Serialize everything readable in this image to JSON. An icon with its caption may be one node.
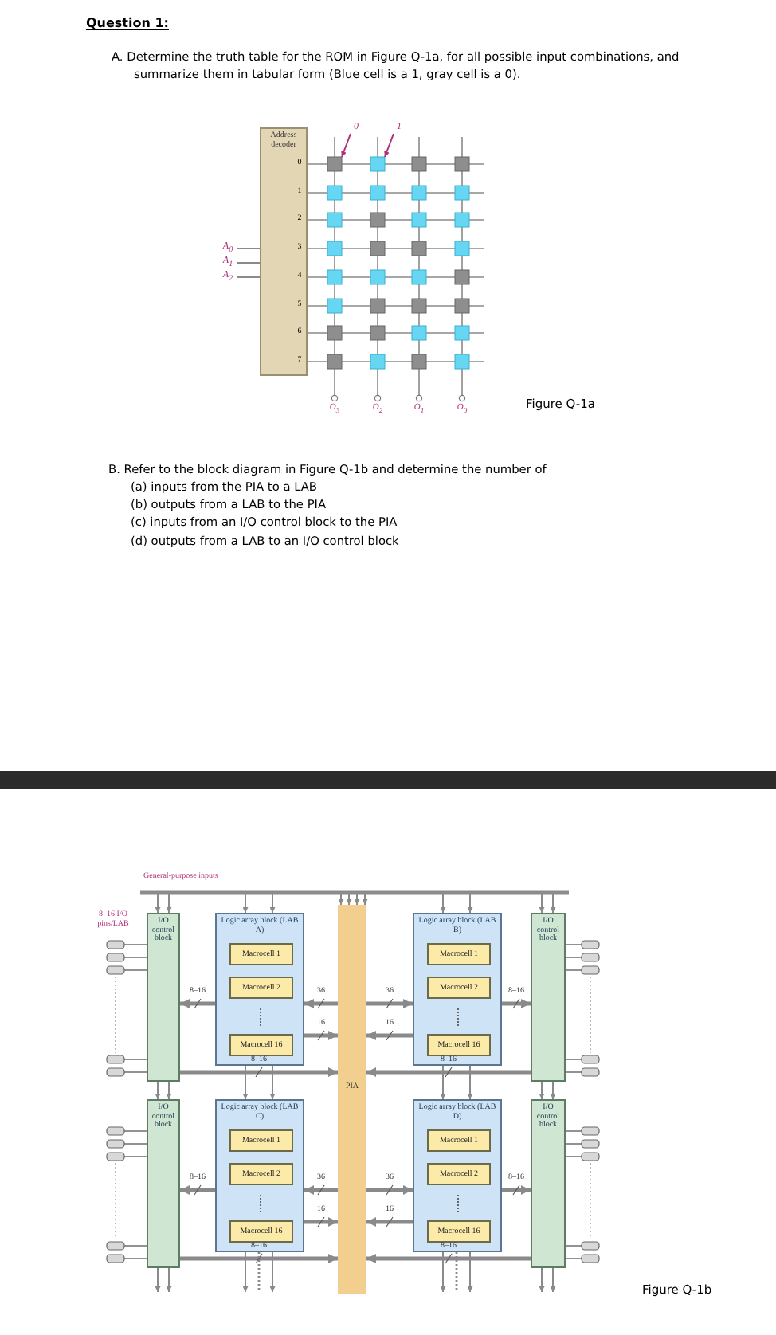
{
  "diagram": {
    "title": "Question 1:",
    "nodes": [
      {
        "text": [
          "Address decoder"
        ]
      },
      {
        "text": [
          "0"
        ]
      },
      {
        "text": [
          "1"
        ]
      },
      {
        "text": [
          "A$_{0}$"
        ]
      },
      {
        "text": [
          "A$_{1}$"
        ]
      },
      {
        "text": [
          "A$_{2}$"
        ]
      },
      {
        "text": [
          "I/O control block"
        ]
      },
      {
        "text": [
          "Logic array block (LAB A)"
        ]
      },
      {
        "text": [
          "Macrocell 1"
        ],
        "in": 7
      },
      {
        "text": [
          "Macrocell 2"
        ],
        "in": 7
      },
      {
        "text": [
          "Macrocell 16"
        ],
        "in": 7
      },
      {
        "text": [
          "PIA"
        ]
      },
      {
        "text": [
          "Logic array block (LAB B)"
        ]
      },
      {
        "text": [
          "Macrocell 1"
        ],
        "in": 12
      },
      {
        "text": [
          "Macrocell 2"
        ],
        "in": 12
      },
      {
        "text": [
          "Macrocell 16"
        ],
        "in": 12
      },
      {
        "text": [
          "I/O control block"
        ]
      },
      {
        "text": [
          "I/O control block"
        ]
      },
      {
        "text": [
          "Logic array block (LAB C)"
        ]
      },
      {
        "text": [
          "Macrocell 1"
        ],
        "in": 18
      },
      {
        "text": [
          "Macrocell 2"
        ],
        "in": 18
      },
      {
        "text": [
          "Macrocell 16"
        ],
        "in": 18
      },
      {
        "text": [
          "Logic array block (LAB D)"
        ]
      },
      {
        "text": [
          "Macrocell 1"
        ],
        "in": 22
      },
      {
        "text": [
          "Macrocell 2"
        ],
        "in": 22
      },
      {
        "text": [
          "Macrocell 16"
        ],
        "in": 22
      },
      {
        "text": [
          "I/O control block"
        ]
      }
    ],
    "edges": [
      {
        "from": 1,
        "to": null,
        "arrow": "to",
        "color": "#b0307a"
      },
      {
        "from": 2,
        "to": null,
        "arrow": "to",
        "color": "#b0307a"
      },
      {
        "from": 3,
        "to": 0,
        "arrow": "none"
      },
      {
        "from": 4,
        "to": 0,
        "arrow": "none"
      },
      {
        "from": 5,
        "to": 0,
        "arrow": "none"
      },
      {
        "from": null,
        "to": 6,
        "arrow": "to"
      },
      {
        "from": null,
        "to": 6,
        "arrow": "to"
      },
      {
        "from": null,
        "to": 7,
        "arrow": "to"
      },
      {
        "from": null,
        "to": 7,
        "arrow": "to"
      },
      {
        "from": null,
        "to": 11,
        "arrow": "to"
      },
      {
        "from": null,
        "to": 11,
        "arrow": "to"
      },
      {
        "from": null,
        "to": 11,
        "arrow": "to"
      },
      {
        "from": null,
        "to": 11,
        "arrow": "to"
      },
      {
        "from": null,
        "to": 12,
        "arrow": "to"
      },
      {
        "from": null,
        "to": 12,
        "arrow": "to"
      },
      {
        "from": null,
        "to": 16,
        "arrow": "to"
      },
      {
        "from": null,
        "to": 16,
        "arrow": "to"
      },
      {
        "from": 7,
        "to": 6,
        "arrow": "to",
        "label": "8–16",
        "style": "thick"
      },
      {
        "from": 11,
        "to": 7,
        "arrow": "to",
        "label": "36",
        "style": "thick"
      },
      {
        "from": 7,
        "to": 11,
        "arrow": "to",
        "label": "16",
        "style": "thick"
      },
      {
        "from": 6,
        "to": 11,
        "arrow": "to",
        "label": "8–16",
        "style": "thick"
      },
      {
        "from": 11,
        "to": 12,
        "arrow": "to",
        "label": "36",
        "style": "thick"
      },
      {
        "from": 12,
        "to": 11,
        "arrow": "to",
        "label": "16",
        "style": "thick"
      },
      {
        "from": 12,
        "to": 16,
        "arrow": "to",
        "label": "8–16",
        "style": "thick"
      },
      {
        "from": 16,
        "to": 11,
        "arrow": "to",
        "label": "8–16",
        "style": "thick"
      },
      {
        "from": 6,
        "to": 17,
        "arrow": "to"
      },
      {
        "from": 6,
        "to": 17,
        "arrow": "to"
      },
      {
        "from": 7,
        "to": 18,
        "arrow": "to"
      },
      {
        "from": 7,
        "to": 18,
        "arrow": "to"
      },
      {
        "from": 12,
        "to": 22,
        "arrow": "to"
      },
      {
        "from": 12,
        "to": 22,
        "arrow": "to"
      },
      {
        "from": 16,
        "to": 26,
        "arrow": "to"
      },
      {
        "from": 16,
        "to": 26,
        "arrow": "to"
      },
      {
        "from": 18,
        "to": 17,
        "arrow": "to",
        "label": "8–16",
        "style": "thick"
      },
      {
        "from": 11,
        "to": 18,
        "arrow": "to",
        "label": "36",
        "style": "thick"
      },
      {
        "from": 18,
        "to": 11,
        "arrow": "to",
        "label": "16",
        "style": "thick"
      },
      {
        "from": 17,
        "to": 11,
        "arrow": "to",
        "label": "8–16",
        "style": "thick"
      },
      {
        "from": 11,
        "to": 22,
        "arrow": "to",
        "label": "36",
        "style": "thick"
      },
      {
        "from": 22,
        "to": 11,
        "arrow": "to",
        "label": "16",
        "style": "thick"
      },
      {
        "from": 22,
        "to": 26,
        "arrow": "to",
        "label": "8–16",
        "style": "thick"
      },
      {
        "from": 26,
        "to": 11,
        "arrow": "to",
        "label": "8–16",
        "style": "thick"
      },
      {
        "from": 17,
        "to": null,
        "arrow": "to"
      },
      {
        "from": 17,
        "to": null,
        "arrow": "to"
      },
      {
        "from": 18,
        "to": null,
        "arrow": "to"
      },
      {
        "from": 18,
        "to": null,
        "arrow": "to"
      },
      {
        "from": 22,
        "to": null,
        "arrow": "to"
      },
      {
        "from": 22,
        "to": null,
        "arrow": "to"
      },
      {
        "from": 26,
        "to": null,
        "arrow": "to"
      },
      {
        "from": 26,
        "to": null,
        "arrow": "to"
      },
      {
        "from": 18,
        "to": null,
        "arrow": "none",
        "style": "dashed"
      },
      {
        "from": 22,
        "to": null,
        "arrow": "none",
        "style": "dashed"
      }
    ],
    "labels": [
      "A. Determine the truth table for the ROM in Figure Q-1a, for all possible input combinations, and summarize them in tabular form (Blue cell is a 1, gray cell is a 0).",
      "0",
      "1",
      "2",
      "3",
      "4",
      "5",
      "6",
      "7",
      "O$_{3}$",
      "O$_{2}$",
      "O$_{1}$",
      "O$_{0}$",
      "Figure Q-1a",
      "B. Refer to the block diagram in Figure Q-1b and determine the number of",
      "(a) inputs from the PIA to a LAB",
      "(b) outputs from a LAB to the PIA",
      "(c) inputs from an I/O control block to the PIA",
      "(d) outputs from a LAB to an I/O control block",
      "General-purpose inputs",
      "8–16 I/O pins/LAB",
      "Figure Q-1b"
    ]
  }
}
